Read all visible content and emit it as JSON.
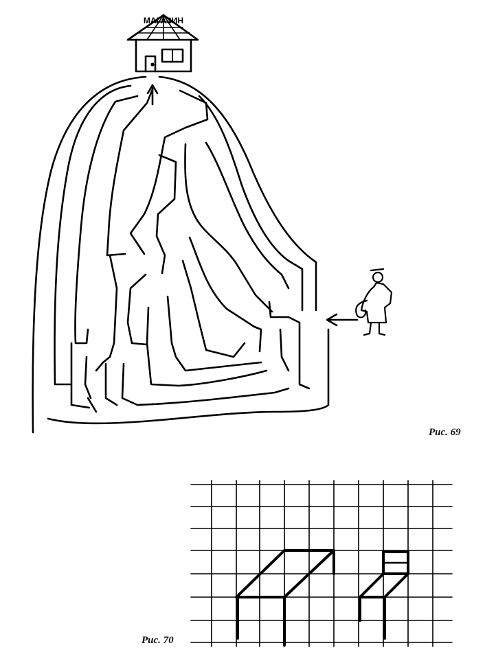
{
  "figure69": {
    "caption": "Рис. 69",
    "house_sign": "МАГАЗИН",
    "icons": [
      "house-icon",
      "maze",
      "girl-with-basket-icon",
      "arrow-left-icon",
      "arrow-up-icon"
    ]
  },
  "figure70": {
    "caption": "Рис. 70",
    "icons": [
      "grid-paper",
      "table-drawing",
      "chair-drawing"
    ]
  }
}
